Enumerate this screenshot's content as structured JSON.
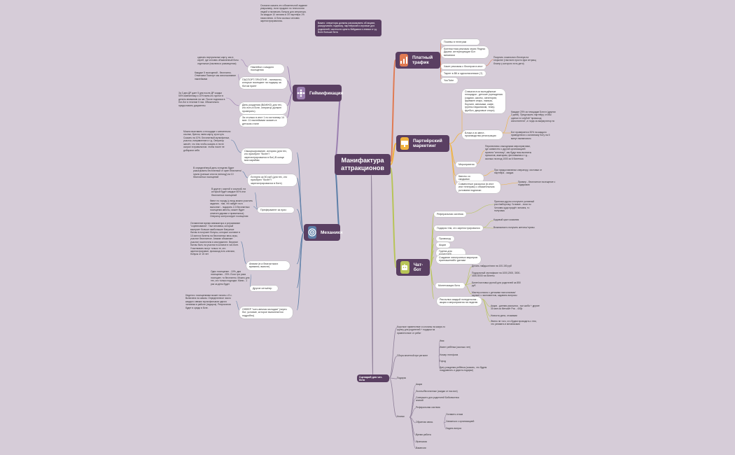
{
  "center": {
    "title": "Манифактура аттракционов"
  },
  "colors": {
    "background": "#d6ccd8",
    "topic": "#5a3f62",
    "paid": "#e07a52",
    "partner": "#f0b23e",
    "chat": "#b7c456",
    "gamif": "#9b7fb0",
    "mech": "#5d7fa8",
    "scen": "#8e7f98"
  },
  "topics": {
    "paid": {
      "label": "Платный трафик",
      "icon": "chart-icon"
    },
    "partner": {
      "label": "Партнёрский маркетинг",
      "icon": "presentation-icon"
    },
    "chat": {
      "label": "Чат-бот",
      "icon": "robot-icon"
    },
    "gamif": {
      "label": "Геймификация",
      "icon": "game-icon"
    },
    "mech": {
      "label": "Механики",
      "icon": "target-icon"
    },
    "scen": {
      "label": "Сценарий для чат-бота"
    }
  },
  "paid": {
    "items": [
      "Посевы в телеграм",
      "Контекстная реклама через Яндекс Директ, интересующие Бот механики",
      "Хакет рекламы с блогеров в инст",
      "Таргет в ВК и одноклассниках (?)",
      "YouTube"
    ],
    "note_blogers": "Покупать локального блогера на открытие (там всех просто фри аттракц блогер у которого есть дети)",
    "note_top": "Сначала сказать это обязательной задание упаршпанр, если продают по технологии людей и назначать бонусы для оператора. За каждые 10 человек в ЗП партнёра 1% начисления. А бота сколько человек зарегистрировались.",
    "note_top_dark": "Важно: операторы должны рассказывать об акциях, раскручивать подписку, партнёрский и игровые для родителей, частности купить бейджики и значки и т.д. Всех больше бота"
  },
  "partner": {
    "items": [
      "Блоки и из квест-производства регистрации",
      "Мероприятия",
      "Квесты со скидками",
      "Совместные рассылки (в инст или телеграм) с обязательным условием подписки"
    ],
    "note_1": "Сначала в из молодёжные площадки - детские учреждения (садики, школы, санатории, фримкен игарк, лакеры, боулинг, автомаки, кафе, группы наушником, театр, футбол, дворовые спорт).",
    "note_2": "Каждые 20% за площадки Бота в (другим 3 дней). Предложить партнёру, чтобы сделал в голубой \"промокод исполнителя\", а тогда за аккумулятор по",
    "note_3": "Бот проверяется 30% на каждого приведенного к активному боту на 5 минут ежемесячно",
    "note_4": "Перспектива с выгодными мероприятиям, где совместно с другой организацией проекта \"алгопоку\", мы будут ваш выплаты причалов, аматорам, фестивалям и т.д. - сколько на вход 1000 за 6 билетика",
    "note_5": "При предоставлении оператору, листовки от партнёра - скидка",
    "note_6": "Пример - бесплатное посещение с подарками"
  },
  "chat": {
    "items": [
      "Реферальная система",
      "Подарок тем, кто зарегистрировался",
      "Промокод",
      "Акции",
      "Группа для родителей",
      "Создание электронных ваучеров приглашений/с датами",
      "Монетизация бота",
      "Рассылка каждый понедельник - акции и мероприятия на неделю"
    ],
    "ref_note": "Пригласи друга и получите условный рост/наборочку. Условие - если ты Человек куда придёт человек, то получишь",
    "gift_notes": [
      "Кодовый цикл оказания",
      "Возможность получить жетоны/ призы"
    ],
    "mon_notes": [
      "Делать лайдшот/пати на 100-150 руб",
      "Подарочный сертификат на 1000,2000, 3000-4000-5000 на билеты",
      "Билет/листовка ручной для родителей за 850 руб",
      "Мастер-классы с детскими психологами/ скульпт с экономистом, задавать вопросы"
    ],
    "news_notes": [
      "Акции - данная рассылка - три шоба + другие 30 мин за Метсайт Рис - 400р",
      "Новости дела, отзывами",
      "Финно не того, что будем проводить с тем, что узнавать в механиками"
    ]
  },
  "gamif": {
    "items": [
      "Наклейки с каждого посещения",
      "ПАСПОРТ ПРИЗТНЯ - лингвисты, которые посещают на подарку за ботом принт",
      "День рождения (ВАЖНО) для тех, кто есть в боте, оператор должен проверить)",
      "За столько в инст 1 по источнику 14 мин. 11 наклейками сказать в детском стиле"
    ],
    "note_1": "сделать виртуальные карту, как в сереб, где человек объявленный боты отдельные (наклеим и размещения)",
    "note_2": "Каждые 5 посещений - бесплатно. Отмечаем Паспорт как использование наклейками",
    "note_3": "За 3 дня ДР дает 5 дня после ДР скидки 50% имениннику и 10% всем кто пустил в денить вниманию на чат. После подписки в бот-бот в течение 5 наз. Обязательно предоставить документы"
  },
  "mech": {
    "items": [
      "Свыкусьирование, история (для тех, кто приобрел \"билет\"/ зарегистрировался в бот) В конце мои карябам",
      "Лотерея за 50 руб (для тех, кто приобрел \"билет\"/ зарегистрировался в боте)",
      "Преферамент за приз",
      "Анимаг (в а благом моих времени, вместе)",
      "Другие сеты/нер",
      "ОФФЕР \"кото-вечная молодая\" (через бот, условие, которое выполняется подробно)"
    ],
    "note_1": "Можно выставить к площадке с желательно ссылки, брелок, мини-карту, куча чуть Сказать на 10%. Бесплатный мультфильм, участок, направление и т.д. Оператор запоёт, что тем чтобы сказать в тесте сыграл в правильном. чтобы после не добирали себя",
    "note_2": "В определённый день в неделю будет разыгрывать бесплатный от арен бесплатно/нужно (раньше или на пятницу) на 10 бесплатных посещений",
    "note_3": "В другое с картой и ссылкой, на который будет каждые 50% или бесплатных посещений",
    "note_4": "Квест по городу (у вход можно участить задания - там, что зайдёт на в выполнит - подарить 2-3 бесплатных посещения квесты, может будет отмечен дарами и правильных). Оператор контролирует посещения",
    "note_5": "Оставление время анимиатора и устраивание \"соревнования\". Там человека, который выиграет больше наибольшие бонусные баллы в получает бонусы, которые составят в 10 мин на билеты на бесплатных весь игры, участие бесплатное. Анимаг объявляет участие посетителя в инструменте. Верхние баллы быть на участии в колонке в чат-боте. Участвовать могут только те, кто зарегистрирован, промокод есть ключом, бонусы от 15 лет",
    "note_6": "Одно посещение - 10%, два посещения - 20%. Если три раза посещает, то бесплатно. Можно для тех, кто только подходят, Мини - 1 раз за день будет",
    "note_7": "Неделя с посещениями может начать с 8 с. Включена на самом. Определенное число каждого свежих мультфильмов одного человека в районе (подарок). Результатов будет в среди в боте."
  },
  "scen": {
    "intro": "Короткое приветствие и слоганы на какую-то группу для родителей + подарки на привеетствие от ребят",
    "branch_1": "Сбора анкетной при регионе",
    "branch_1_items": [
      "Имя",
      "Имеет ребёнка (сколько лет)",
      "Номер телефона",
      "Город",
      "Дату рождения ребёнка (сказать, что будем поздравлять и дарить подарки)"
    ],
    "branch_2": "Подарок",
    "branch_3": "Кнопки",
    "branch_3_items": [
      "Акции",
      "Льготы/бесплатные (скидки от нас все)",
      "Совершить для родителей Бибилиотека знаний",
      "Реферальная система",
      "Обратная связь",
      "Время работы",
      "Франшиза",
      "Вакансии"
    ],
    "fb_items": [
      "Оставить отзыв",
      "Связаться с организацией",
      "Задать вопрос"
    ]
  }
}
